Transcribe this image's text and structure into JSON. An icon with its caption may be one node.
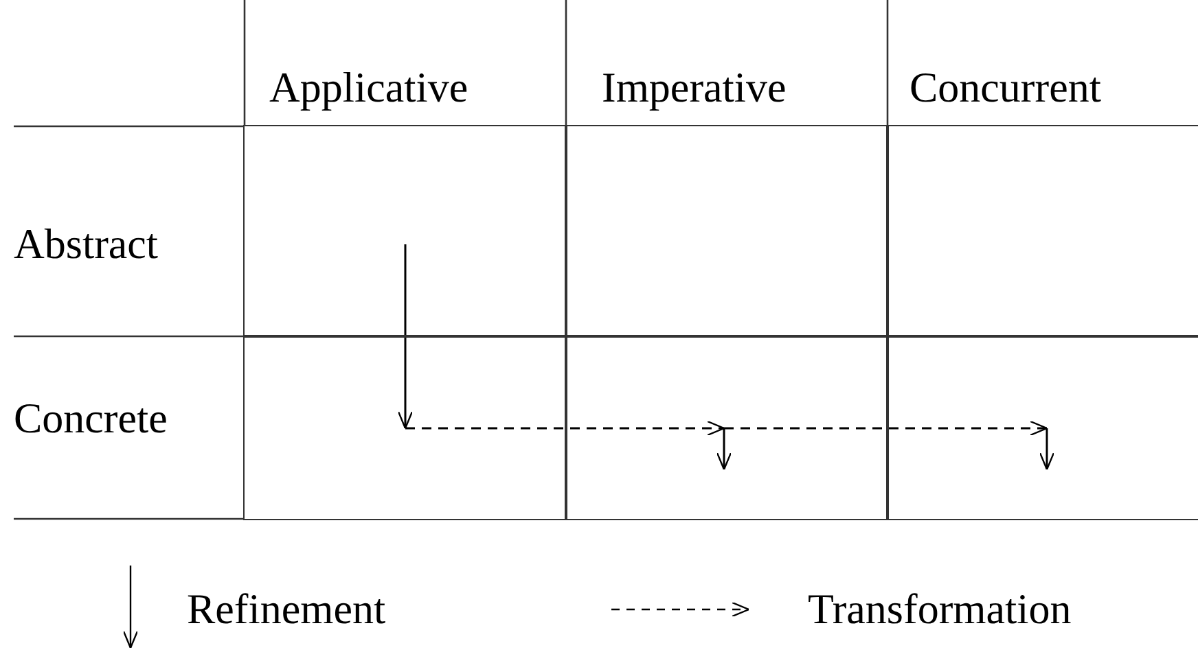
{
  "diagram": {
    "nodes": [
      {
        "text": [],
        "shape": "box"
      },
      {
        "text": [],
        "shape": "box"
      },
      {
        "text": [],
        "shape": "box"
      },
      {
        "text": [],
        "shape": "box"
      },
      {
        "text": [],
        "shape": "box"
      },
      {
        "text": [],
        "shape": "box"
      }
    ],
    "edges": [
      {
        "from": 0,
        "to": 3,
        "arrow": "to"
      },
      {
        "from": 3,
        "to": 4,
        "arrow": "to",
        "style": "dashed"
      },
      {
        "from": null,
        "to": 4,
        "arrow": "to"
      },
      {
        "from": 4,
        "to": 5,
        "arrow": "to",
        "style": "dashed"
      },
      {
        "from": null,
        "to": 5,
        "arrow": "to"
      }
    ],
    "labels": [
      "Applicative",
      "Imperative",
      "Concurrent",
      "Abstract",
      "Concrete"
    ],
    "legend": [
      {
        "text": "Refinement"
      },
      {
        "text": "Transformation"
      }
    ]
  }
}
